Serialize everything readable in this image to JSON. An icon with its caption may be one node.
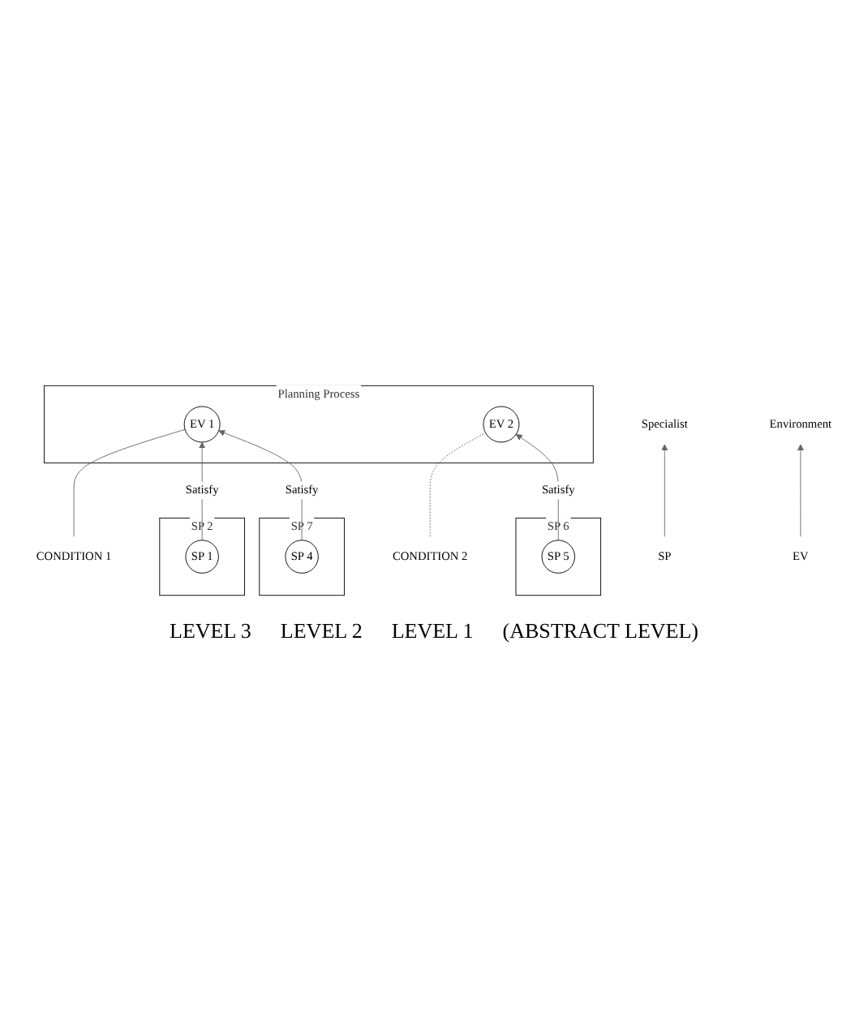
{
  "diagram": {
    "nodes": [
      {
        "text": [
          "Planning Process"
        ]
      },
      {
        "text": [
          "EV 1"
        ],
        "in": 0
      },
      {
        "text": [
          "EV 2"
        ],
        "in": 0
      },
      {
        "text": [
          "CONDITION 2"
        ]
      },
      {
        "text": [
          "CONDITION 1"
        ]
      },
      {
        "text": [
          "SP 6"
        ]
      },
      {
        "text": [
          "SP 5"
        ],
        "in": 5
      },
      {
        "text": [
          "SP 2"
        ]
      },
      {
        "text": [
          "SP 1"
        ],
        "in": 7
      },
      {
        "text": [
          "SP 7"
        ]
      },
      {
        "text": [
          "SP 4"
        ],
        "in": 9
      },
      {
        "text": [
          "SP"
        ]
      },
      {
        "text": [
          "Specialist"
        ]
      },
      {
        "text": [
          "EV"
        ]
      },
      {
        "text": [
          "Environment"
        ]
      }
    ],
    "edges": [
      {
        "from": 3,
        "to": 2,
        "arrow": "none",
        "style": "dashed"
      },
      {
        "from": 4,
        "to": 1,
        "arrow": "none"
      },
      {
        "from": 6,
        "to": 2,
        "arrow": "to",
        "label": "Satisfy"
      },
      {
        "from": 8,
        "to": 1,
        "arrow": "to",
        "label": "Satisfy"
      },
      {
        "from": 10,
        "to": 1,
        "arrow": "to",
        "label": "Satisfy"
      },
      {
        "from": 11,
        "to": 12,
        "arrow": "to"
      },
      {
        "from": 13,
        "to": 14,
        "arrow": "to"
      }
    ],
    "labels": [
      "LEVEL 3",
      "LEVEL 2",
      "LEVEL 1",
      "(ABSTRACT LEVEL)"
    ]
  }
}
